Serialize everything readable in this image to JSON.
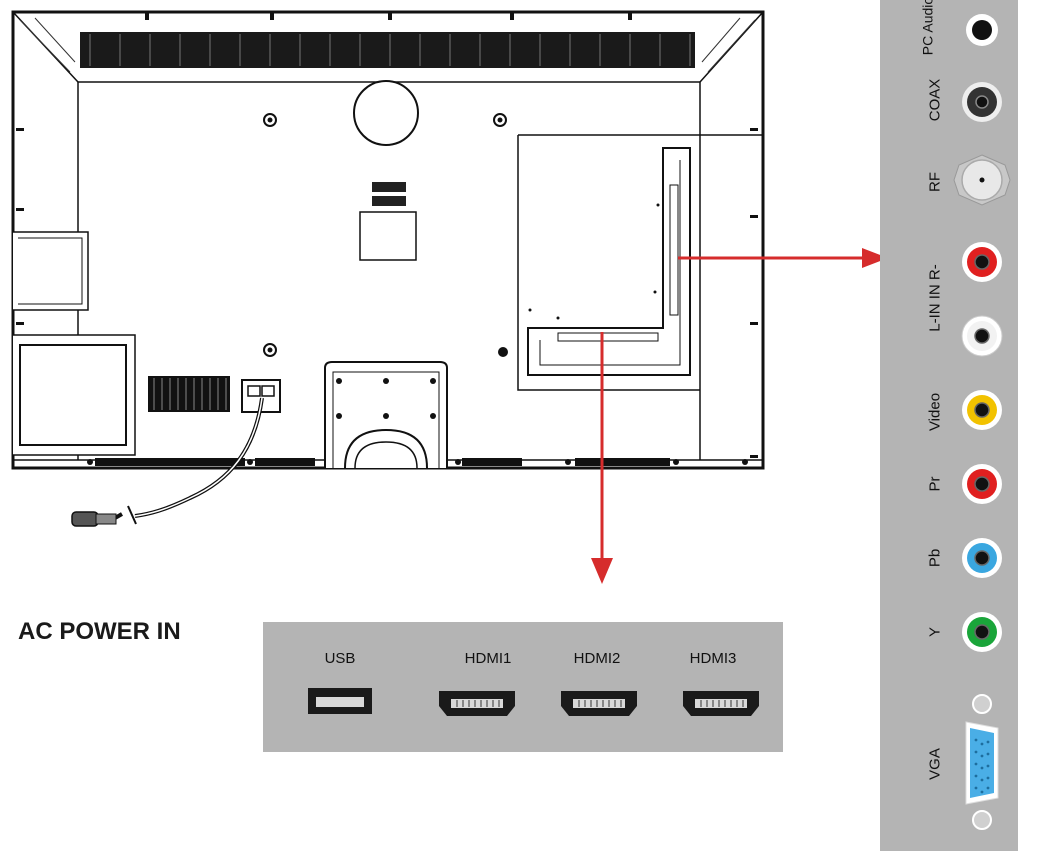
{
  "power": {
    "label": "AC POWER IN"
  },
  "bottom_ports": [
    {
      "label": "USB",
      "icon": "usb-port-icon"
    },
    {
      "label": "HDMI1",
      "icon": "hdmi-port-icon"
    },
    {
      "label": "HDMI2",
      "icon": "hdmi-port-icon"
    },
    {
      "label": "HDMI3",
      "icon": "hdmi-port-icon"
    }
  ],
  "side_ports": [
    {
      "label": "PC Audio",
      "color": "#111111"
    },
    {
      "label": "COAX",
      "color": "#222222"
    },
    {
      "label": "RF",
      "color": "#dddddd"
    },
    {
      "label": "L-IN IN R-",
      "color": "#e02020"
    },
    {
      "label": "",
      "color": "#ffffff"
    },
    {
      "label": "Video",
      "color": "#f2c200"
    },
    {
      "label": "Pr",
      "color": "#e02020"
    },
    {
      "label": "Pb",
      "color": "#3aa7e0"
    },
    {
      "label": "Y",
      "color": "#1aa53a"
    },
    {
      "label": "VGA",
      "color": "#4aaee6"
    }
  ],
  "colors": {
    "panel_gray": "#b4b4b4",
    "arrow_red": "#d62c2c"
  }
}
